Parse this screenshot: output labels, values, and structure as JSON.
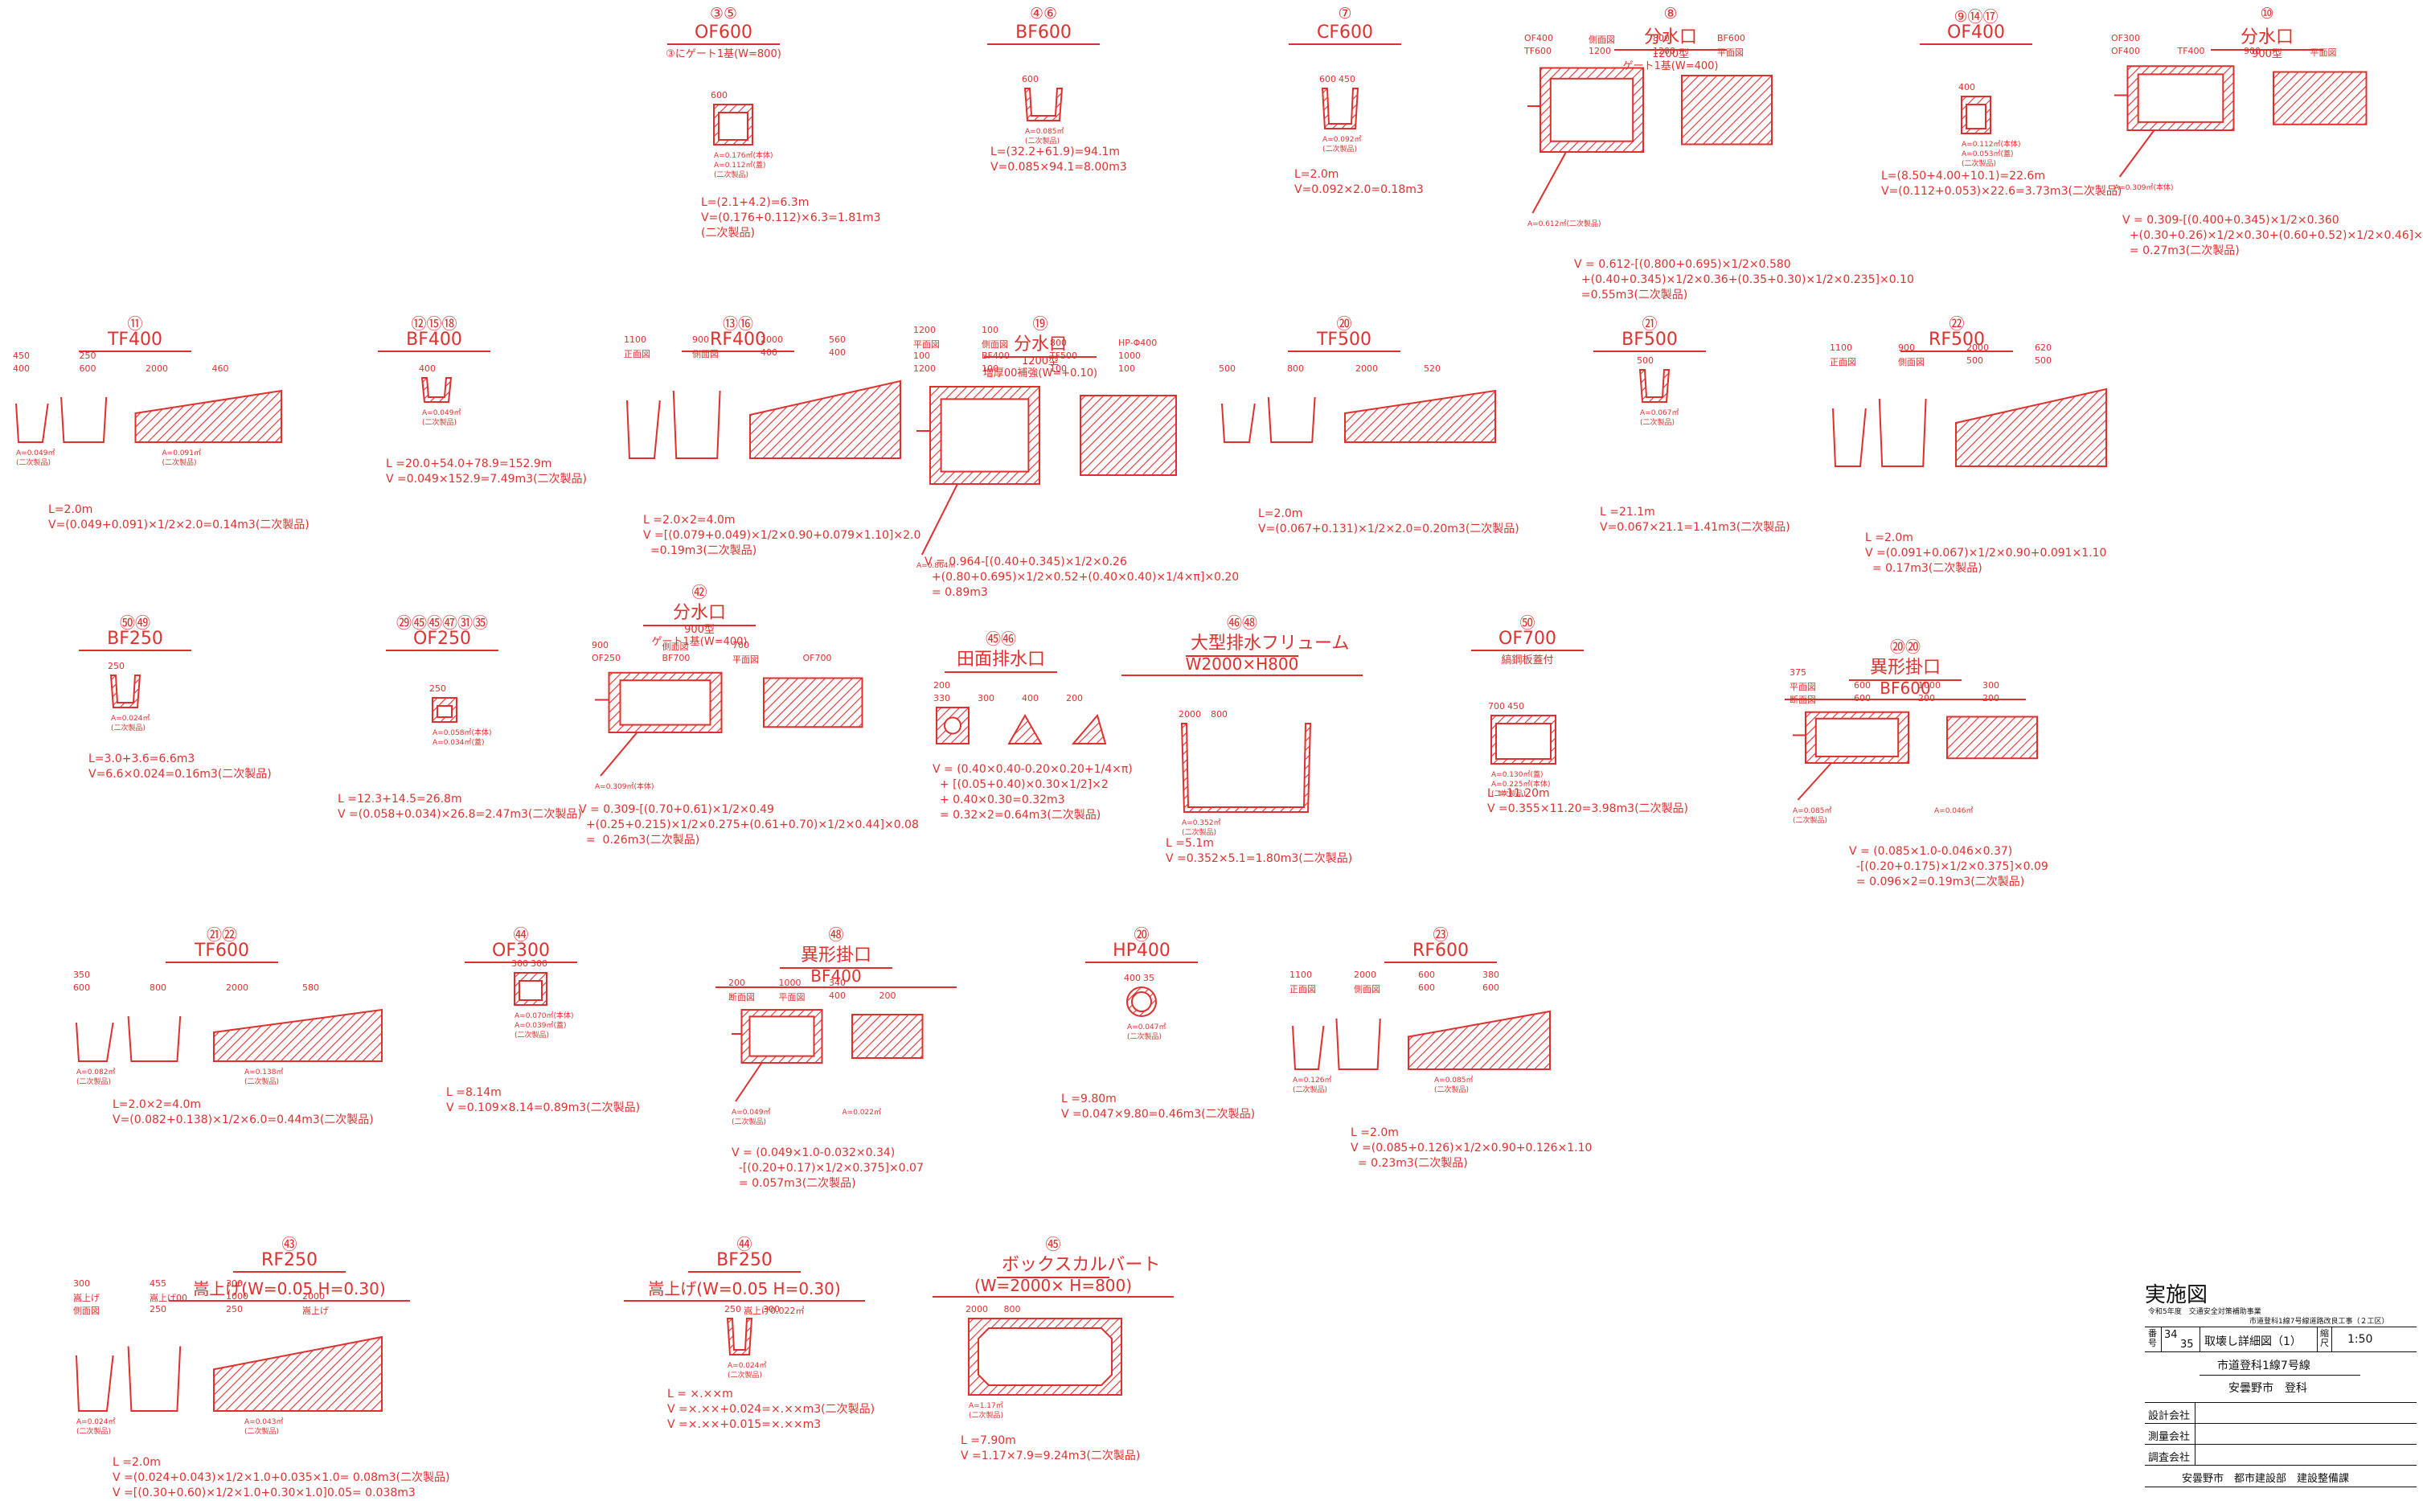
{
  "colors": {
    "drawing": "#e0302e",
    "titleblock": "#111111"
  },
  "details": [
    {
      "num": "③⑤",
      "title": "OF600",
      "sub": "③にゲート1基(W=800)",
      "dim": "600",
      "area": "A=0.176㎡(本体)\nA=0.112㎡(蓋)\n(二次製品)",
      "calc": "L=(2.1+4.2)=6.3m\nV=(0.176+0.112)×6.3=1.81m3\n(二次製品)"
    },
    {
      "num": "④⑥",
      "title": "BF600",
      "dim": "600",
      "area": "A=0.085㎡\n(二次製品)",
      "calc": "L=(32.2+61.9)=94.1m\nV=0.085×94.1=8.00m3"
    },
    {
      "num": "⑦",
      "title": "CF600",
      "dim": "600",
      "dim2": "450",
      "area": "A=0.092㎡\n(二次製品)",
      "calc": "L=2.0m\nV=0.092×2.0=0.18m3"
    },
    {
      "num": "⑧",
      "title": "分水口",
      "sub": "1200型\nゲート1基(W=400)",
      "labels": [
        "TF600",
        "1200",
        "1200",
        "平面図",
        "OF400",
        "側面図",
        "800",
        "BF600"
      ],
      "area": "A=0.612㎡(二次製品)",
      "calc": "V = 0.612-[(0.800+0.695)×1/2×0.580\n  +(0.40+0.345)×1/2×0.36+(0.35+0.30)×1/2×0.235]×0.10\n  =0.55m3(二次製品)"
    },
    {
      "num": "⑨⑭⑰",
      "title": "OF400",
      "dim": "400",
      "area": "A=0.112㎡(本体)\nA=0.053㎡(蓋)\n(二次製品)",
      "calc": "L=(8.50+4.00+10.1)=22.6m\nV=(0.112+0.053)×22.6=3.73m3(二次製品)"
    },
    {
      "num": "⑩",
      "title": "分水口",
      "sub": "900型",
      "labels": [
        "OF400",
        "TF400",
        "900",
        "平面図",
        "OF300"
      ],
      "area": "A=0.309㎡(本体)",
      "calc": "V = 0.309-[(0.400+0.345)×1/2×0.360\n  +(0.30+0.26)×1/2×0.30+(0.60+0.52)×1/2×0.46]×0.08\n  = 0.27m3(二次製品)"
    },
    {
      "num": "⑪",
      "title": "TF400",
      "dims": [
        "400",
        "600",
        "2000",
        "460",
        "450",
        "250"
      ],
      "area": "A=0.049㎡\n(二次製品)",
      "area2": "A=0.091㎡\n(二次製品)",
      "calc": "L=2.0m\nV=(0.049+0.091)×1/2×2.0=0.14m3(二次製品)"
    },
    {
      "num": "⑫⑮⑱",
      "title": "BF400",
      "dim": "400",
      "area": "A=0.049㎡\n(二次製品)",
      "calc": "L =20.0+54.0+78.9=152.9m\nV =0.049×152.9=7.49m3(二次製品)"
    },
    {
      "num": "⑬⑯",
      "title": "RF400",
      "labels": [
        "正面図",
        "側面図",
        "400",
        "400",
        "1100",
        "900",
        "2000",
        "560"
      ],
      "calc": "L =2.0×2=4.0m\nV =[(0.079+0.049)×1/2×0.90+0.079×1.10]×2.0\n  =0.19m3(二次製品)"
    },
    {
      "num": "⑲",
      "title": "分水口",
      "sub": "1200型\n増厚00補強(W=+0.10)",
      "labels": [
        "1200",
        "100",
        "100",
        "100",
        "100",
        "BF400",
        "TF500",
        "1000",
        "平面図",
        "側面図",
        "800",
        "HP-Φ400",
        "1200",
        "100"
      ],
      "area": "A=0.864㎡",
      "calc": "V = 0.964-[(0.40+0.345)×1/2×0.26\n  +(0.80+0.695)×1/2×0.52+(0.40×0.40)×1/4×π]×0.20\n  = 0.89m3"
    },
    {
      "num": "⑳",
      "title": "TF500",
      "dims": [
        "500",
        "800",
        "2000",
        "520"
      ],
      "calc": "L=2.0m\nV=(0.067+0.131)×1/2×2.0=0.20m3(二次製品)"
    },
    {
      "num": "㉑",
      "title": "BF500",
      "dim": "500",
      "area": "A=0.067㎡\n(二次製品)",
      "calc": "L =21.1m\nV=0.067×21.1=1.41m3(二次製品)"
    },
    {
      "num": "㉒",
      "title": "RF500",
      "labels": [
        "正面図",
        "側面図",
        "500",
        "500",
        "1100",
        "900",
        "2000",
        "620"
      ],
      "calc": "L =2.0m\nV =(0.091+0.067)×1/2×0.90+0.091×1.10\n  = 0.17m3(二次製品)"
    },
    {
      "num": "㊿㊾",
      "title": "BF250",
      "dim": "250",
      "area": "A=0.024㎡\n(二次製品)",
      "calc": "L=3.0+3.6=6.6m3\nV=6.6×0.024=0.16m3(二次製品)"
    },
    {
      "num": "㉙㊺㊺㊼㉛㉟",
      "title": "OF250",
      "dim": "250",
      "area": "A=0.058㎡(本体)\nA=0.034㎡(蓋)",
      "calc": "L =12.3+14.5=26.8m\nV =(0.058+0.034)×26.8=2.47m3(二次製品)"
    },
    {
      "num": "㊷",
      "title": "分水口",
      "sub": "900型\nゲート1基(W=400)",
      "labels": [
        "OF250",
        "BF700",
        "平面図",
        "OF700",
        "900",
        "側面図",
        "700"
      ],
      "area": "A=0.309㎡(本体)",
      "calc": "V = 0.309-[(0.70+0.61)×1/2×0.49\n  +(0.25+0.215)×1/2×0.275+(0.61+0.70)×1/2×0.44]×0.08\n  =  0.26m3(二次製品)"
    },
    {
      "num": "㊺㊻",
      "title": "田面排水口",
      "labels": [
        "330",
        "300",
        "400",
        "200",
        "200"
      ],
      "calc": "V = (0.40×0.40-0.20×0.20+1/4×π)\n  + [(0.05+0.40)×0.30×1/2]×2\n  + 0.40×0.30=0.32m3\n  = 0.32×2=0.64m3(二次製品)"
    },
    {
      "num": "㊻㊽",
      "title": "大型排水フリューム",
      "sub2": "W2000×H800",
      "dims": [
        "2000",
        "800"
      ],
      "area": "A=0.352㎡\n(二次製品)",
      "calc": "L =5.1m\nV =0.352×5.1=1.80m3(二次製品)"
    },
    {
      "num": "㊿",
      "title": "OF700",
      "sub": "縞鋼板蓋付",
      "dims": [
        "700",
        "450"
      ],
      "area": "A=0.130㎡(蓋)\nA=0.225㎡(本体)\n(二次製品)",
      "calc": "L =11.20m\nV =0.355×11.20=3.98m3(二次製品)"
    },
    {
      "num": "⑳⑳",
      "title": "異形掛口",
      "sub2": "BF600",
      "labels": [
        "断面図",
        "600",
        "200",
        "200",
        "平面図",
        "600",
        "1000",
        "300",
        "375"
      ],
      "area": "A=0.085㎡\n(二次製品)",
      "area2": "A=0.046㎡",
      "calc": "V = (0.085×1.0-0.046×0.37)\n  -[(0.20+0.175)×1/2×0.375]×0.09\n  = 0.096×2=0.19m3(二次製品)"
    },
    {
      "num": "㉑㉒",
      "title": "TF600",
      "dims": [
        "600",
        "800",
        "2000",
        "580",
        "350"
      ],
      "area": "A=0.082㎡\n(二次製品)",
      "area2": "A=0.138㎡\n(二次製品)",
      "calc": "L=2.0×2=4.0m\nV=(0.082+0.138)×1/2×6.0=0.44m3(二次製品)"
    },
    {
      "num": "㊹",
      "title": "OF300",
      "dims": [
        "300",
        "300"
      ],
      "area": "A=0.070㎡(本体)\nA=0.039㎡(蓋)\n(二次製品)",
      "calc": "L =8.14m\nV =0.109×8.14=0.89m3(二次製品)"
    },
    {
      "num": "㊽",
      "title": "異形掛口",
      "sub2": "BF400",
      "labels": [
        "断面図",
        "平面図",
        "400",
        "200",
        "200",
        "1000",
        "340"
      ],
      "area": "A=0.049㎡\n(二次製品)",
      "area2": "A=0.022㎡",
      "calc": "V = (0.049×1.0-0.032×0.34)\n  -[(0.20+0.17)×1/2×0.375]×0.07\n  = 0.057m3(二次製品)"
    },
    {
      "num": "⑳",
      "title": "HP400",
      "dims": [
        "400",
        "35"
      ],
      "area": "A=0.047㎡\n(二次製品)",
      "calc": "L =9.80m\nV =0.047×9.80=0.46m3(二次製品)"
    },
    {
      "num": "㉓",
      "title": "RF600",
      "labels": [
        "正面図",
        "側面図",
        "600",
        "600",
        "1100",
        "2000",
        "600",
        "380"
      ],
      "area": "A=0.126㎡\n(二次製品)",
      "area2": "A=0.085㎡\n(二次製品)",
      "calc": "L =2.0m\nV =(0.085+0.126)×1/2×0.90+0.126×1.10\n  = 0.23m3(二次製品)"
    },
    {
      "num": "㊸",
      "title": "RF250",
      "sub2": "嵩上げ(W=0.05 H=0.30)",
      "labels": [
        "側面図",
        "250",
        "250",
        "嵩上げ",
        "嵩上げ",
        "嵩上げ00",
        "1000",
        "2000",
        "300",
        "455",
        "300"
      ],
      "area": "A=0.024㎡\n(二次製品)",
      "area2": "A=0.043㎡\n(二次製品)",
      "calc": "L =2.0m\nV =(0.024+0.043)×1/2×1.0+0.035×1.0= 0.08m3(二次製品)\nV =[(0.30+0.60)×1/2×1.0+0.30×1.0]0.05= 0.038m3"
    },
    {
      "num": "㊹",
      "title": "BF250",
      "sub2": "嵩上げ(W=0.05 H=0.30)",
      "labels": [
        "250",
        "嵩上げ0.022㎡",
        "300"
      ],
      "area": "A=0.024㎡\n(二次製品)",
      "calc": "L = ×.××m\nV =×.××+0.024=×.××m3(二次製品)\nV =×.××+0.015=×.××m3"
    },
    {
      "num": "㊺",
      "title": "ボックスカルバート",
      "sub2": "(W=2000× H=800)",
      "dims": [
        "2000",
        "800"
      ],
      "area": "A=1.17㎡\n(二次製品)",
      "calc": "L =7.90m\nV =1.17×7.9=9.24m3(二次製品)"
    }
  ],
  "titleblock": {
    "heading": "実施図",
    "line1": "令和5年度　交通安全対策補助事業",
    "line2": "市道登科1線7号線道路改良工事（２工区）",
    "no_label": "番号",
    "no": "34",
    "of": "35",
    "drawing_name": "取壊し詳細図（1）",
    "scale_label": "縮尺",
    "scale": "1:50",
    "route": "市道登科1線7号線",
    "location": "安曇野市　登科",
    "rows": [
      "設計会社",
      "測量会社",
      "調査会社"
    ],
    "office": "安曇野市　都市建設部　建設整備課"
  }
}
